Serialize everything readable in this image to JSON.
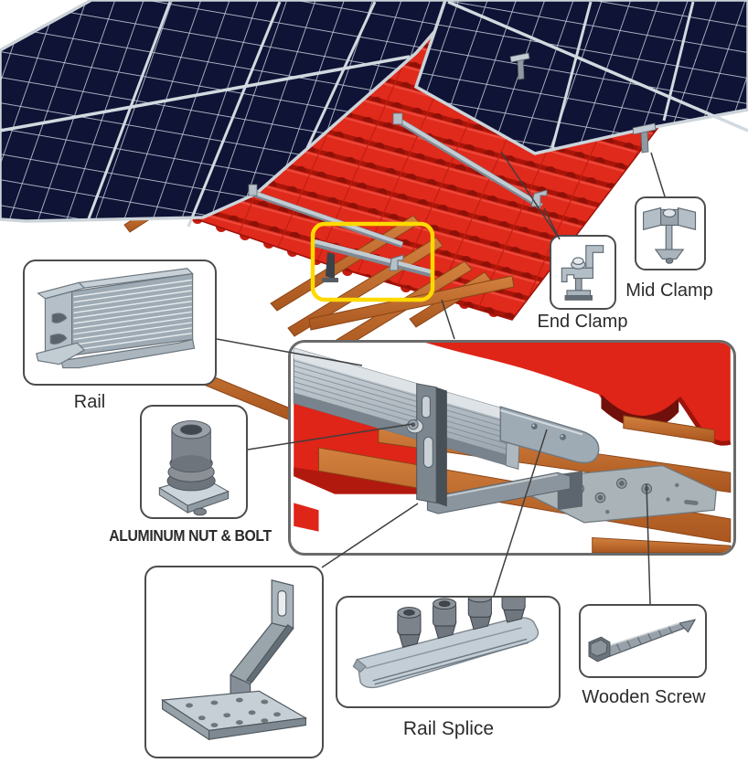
{
  "scene": {
    "description": "Solar panel tile-roof mounting system exploded diagram",
    "highlight_color": "#ffd900"
  },
  "labels": {
    "rail": "Rail",
    "aluminum_nut_bolt": "ALUMINUM NUT & BOLT",
    "end_clamp": "End Clamp",
    "mid_clamp": "Mid Clamp",
    "rail_splice": "Rail Splice",
    "wooden_screw": "Wooden Screw"
  },
  "colors": {
    "roof_red": "#df2418",
    "roof_red_dark": "#a81408",
    "panel_navy": "#0d1130",
    "panel_grid": "#bcc7d4",
    "wood_orange": "#c06a2e",
    "metal_grey": "#a8b2bb",
    "callout_border": "#4c4c4c",
    "leader_line": "#3f3f3f",
    "highlight_yellow": "#ffd900"
  }
}
